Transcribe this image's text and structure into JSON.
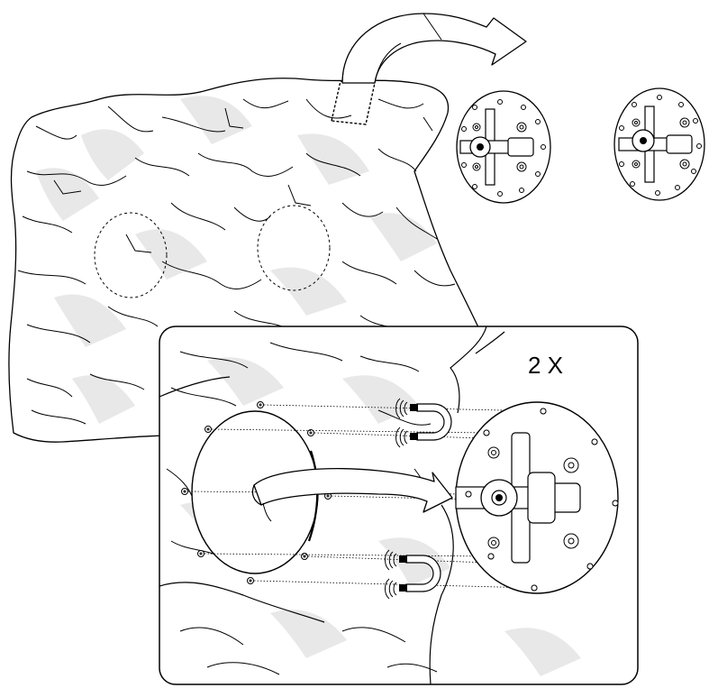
{
  "figure": {
    "inset_quantity": "2 X"
  },
  "colors": {
    "line": "#000000",
    "paper": "#ffffff",
    "watermark": "#e6e6e6"
  },
  "icons": [
    "cover-sheet",
    "curved-arrow",
    "round-mount-plate",
    "horseshoe-magnet",
    "dashed-circle-marker",
    "inset-frame"
  ]
}
